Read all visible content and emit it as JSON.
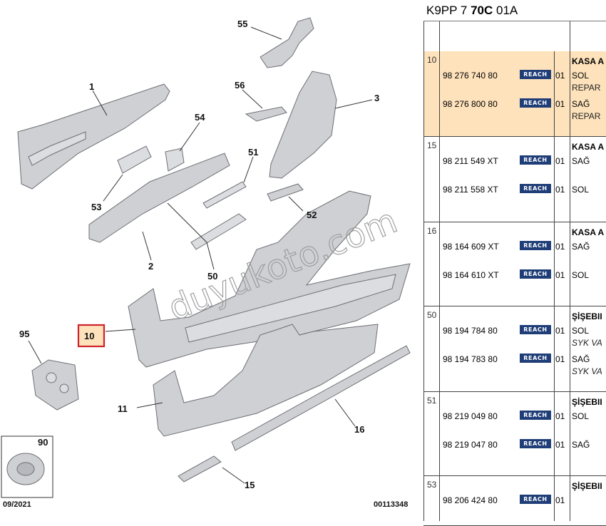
{
  "diagram": {
    "callouts": [
      "1",
      "2",
      "3",
      "10",
      "11",
      "15",
      "16",
      "50",
      "51",
      "52",
      "53",
      "54",
      "55",
      "56",
      "90",
      "95"
    ],
    "date": "09/2021",
    "drawing_number": "00113348",
    "watermark": "duyukoto.com"
  },
  "table": {
    "title_prefix": "K9PP 7 ",
    "title_bold": "70C",
    "title_suffix": " 01A",
    "reach_label": "REACH",
    "colors": {
      "highlight": "#fde2bb",
      "reach_badge": "#1f3e78"
    },
    "groups": [
      {
        "ref": "10",
        "header": "KASA A",
        "highlighted": true,
        "items": [
          {
            "part_number": "98 276 740 80",
            "qty": "01",
            "desc": "SOL",
            "sub": "REPAR",
            "sub_italic": false
          },
          {
            "part_number": "98 276 800 80",
            "qty": "01",
            "desc": "SAĞ",
            "sub": "REPAR",
            "sub_italic": false
          }
        ]
      },
      {
        "ref": "15",
        "header": "KASA A",
        "highlighted": false,
        "items": [
          {
            "part_number": "98 211 549 XT",
            "qty": "01",
            "desc": "SAĞ",
            "sub": "",
            "sub_italic": false
          },
          {
            "part_number": "98 211 558 XT",
            "qty": "01",
            "desc": "SOL",
            "sub": "",
            "sub_italic": false
          }
        ]
      },
      {
        "ref": "16",
        "header": "KASA A",
        "highlighted": false,
        "items": [
          {
            "part_number": "98 164 609 XT",
            "qty": "01",
            "desc": "SAĞ",
            "sub": "",
            "sub_italic": false
          },
          {
            "part_number": "98 164 610 XT",
            "qty": "01",
            "desc": "SOL",
            "sub": "",
            "sub_italic": false
          }
        ]
      },
      {
        "ref": "50",
        "header": "ŞİŞEBII",
        "highlighted": false,
        "items": [
          {
            "part_number": "98 194 784 80",
            "qty": "01",
            "desc": "SOL",
            "sub": "SYK VA",
            "sub_italic": true
          },
          {
            "part_number": "98 194 783 80",
            "qty": "01",
            "desc": "SAĞ",
            "sub": "SYK VA",
            "sub_italic": true
          }
        ]
      },
      {
        "ref": "51",
        "header": "ŞİŞEBII",
        "highlighted": false,
        "items": [
          {
            "part_number": "98 219 049 80",
            "qty": "01",
            "desc": "SOL",
            "sub": "",
            "sub_italic": false
          },
          {
            "part_number": "98 219 047 80",
            "qty": "01",
            "desc": "SAĞ",
            "sub": "",
            "sub_italic": false
          }
        ]
      },
      {
        "ref": "53",
        "header": "ŞİŞEBII",
        "highlighted": false,
        "items": [
          {
            "part_number": "98 206 424 80",
            "qty": "01",
            "desc": "",
            "sub": "",
            "sub_italic": false
          }
        ]
      }
    ]
  }
}
